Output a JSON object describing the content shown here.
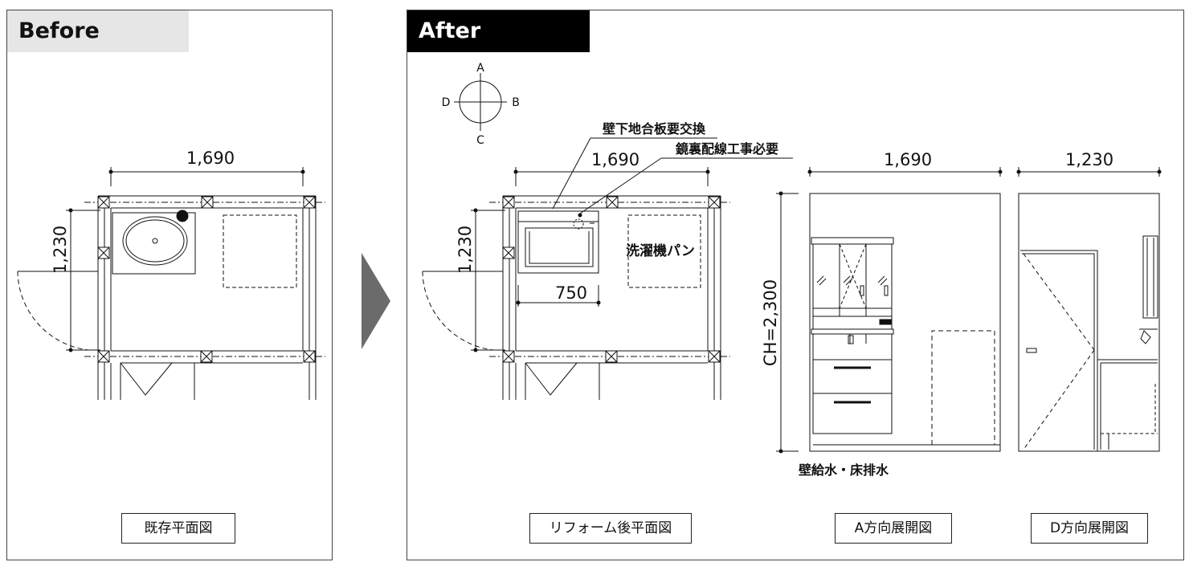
{
  "before": {
    "tab_label": "Before",
    "caption": "既存平面図",
    "dim_width": "1,690",
    "dim_depth": "1,230"
  },
  "after": {
    "tab_label": "After",
    "compass": {
      "n": "A",
      "e": "B",
      "s": "C",
      "w": "D"
    },
    "note_wall": "壁下地合板要交換",
    "note_mirror": "鏡裏配線工事必要",
    "note_washer": "洗濯機パン",
    "note_water": "壁給水・床排水",
    "plan_dim_width": "1,690",
    "plan_dim_depth": "1,230",
    "vanity_width": "750",
    "elev_a_width": "1,690",
    "elev_d_width": "1,230",
    "ceiling_height": "CH=2,300",
    "caption_plan": "リフォーム後平面図",
    "caption_elev_a": "A方向展開図",
    "caption_elev_d": "D方向展開図"
  }
}
